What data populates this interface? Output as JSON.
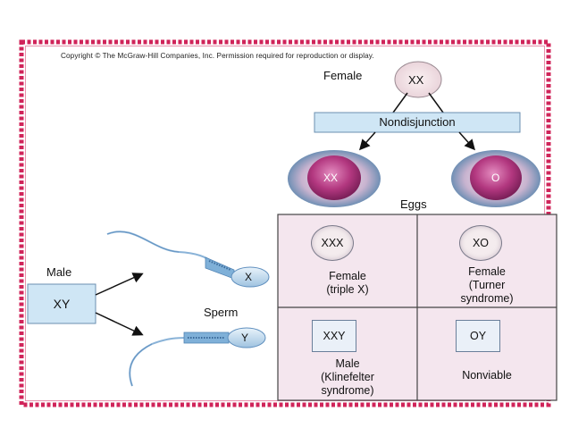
{
  "copyright": "Copyright © The McGraw-Hill Companies, Inc. Permission required for reproduction or display.",
  "female": {
    "label": "Female",
    "genotype": "XX"
  },
  "process": "Nondisjunction",
  "eggs": {
    "label": "Eggs",
    "items": [
      "XX",
      "O"
    ]
  },
  "male": {
    "label": "Male",
    "genotype": "XY"
  },
  "sperm": {
    "label": "Sperm",
    "items": [
      "X",
      "Y"
    ]
  },
  "cells": [
    {
      "genotype": "XXX",
      "line1": "Female",
      "line2": "(triple X)",
      "line3": ""
    },
    {
      "genotype": "XO",
      "line1": "Female",
      "line2": "(Turner",
      "line3": "syndrome)"
    },
    {
      "genotype": "XXY",
      "line1": "Male",
      "line2": "(Klinefelter",
      "line3": "syndrome)"
    },
    {
      "genotype": "OY",
      "line1": "Nonviable",
      "line2": "",
      "line3": ""
    }
  ],
  "colors": {
    "border_dash": "#d0245a",
    "cell_fill": "#f4e6ee",
    "box_fill": "#cfe6f5",
    "egg_core": "#b2377f"
  }
}
